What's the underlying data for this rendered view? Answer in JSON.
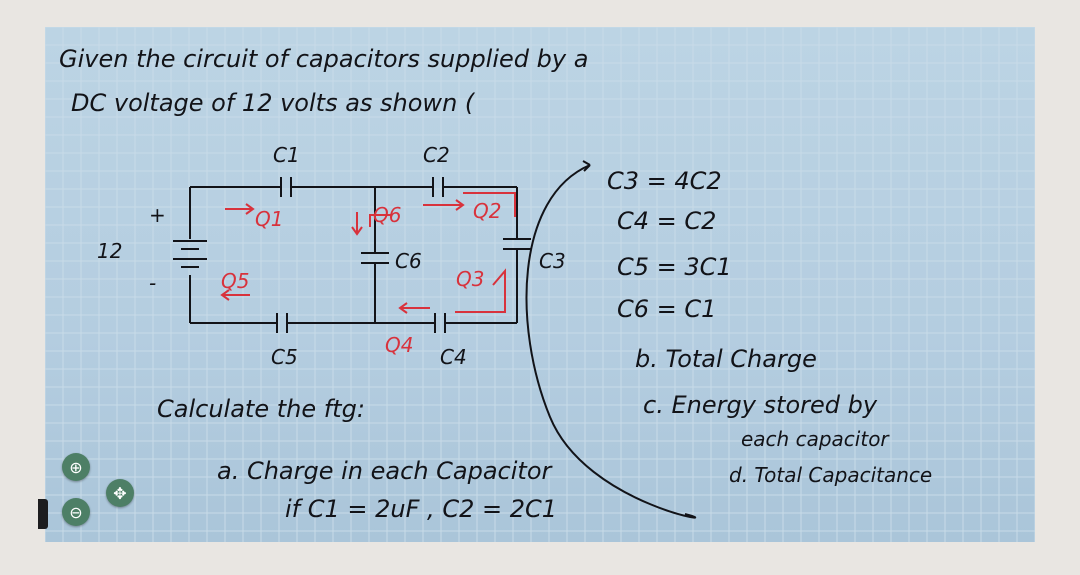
{
  "problem": {
    "line1": "Given the circuit of capacitors supplied by a",
    "line2": "DC voltage of 12 volts as shown (",
    "source_voltage": "12",
    "source_plus": "+",
    "source_minus": "-"
  },
  "labels": {
    "c1": "C1",
    "c2": "C2",
    "c3": "C3",
    "c4": "C4",
    "c5": "C5",
    "c6": "C6",
    "q1": "Q1",
    "q2": "Q2",
    "q3": "Q3",
    "q4": "Q4",
    "q5": "Q5",
    "q6": "Q6"
  },
  "relations": [
    "C3 = 4C2",
    "C4 = C2",
    "C5 = 3C1",
    "C6 = C1"
  ],
  "tasks": {
    "intro": "Calculate the ftg:",
    "a": "a. Charge in each Capacitor",
    "given": "if C1 = 2uF , C2 = 2C1",
    "b": "b. Total Charge",
    "c_line1": "c. Energy stored by",
    "c_line2": "each capacitor",
    "d": "d. Total Capacitance"
  },
  "controls": {
    "zoom_in_icon": "zoom-in-icon",
    "pan_icon": "pan-icon",
    "zoom_out_icon": "zoom-out-icon",
    "zoom_in_glyph": "⊕",
    "pan_glyph": "✥",
    "zoom_out_glyph": "⊖"
  },
  "colors": {
    "ink": "#121318",
    "red_ink": "#d8323c",
    "paper": "#b8d0e2",
    "button": "#4d7f66"
  }
}
